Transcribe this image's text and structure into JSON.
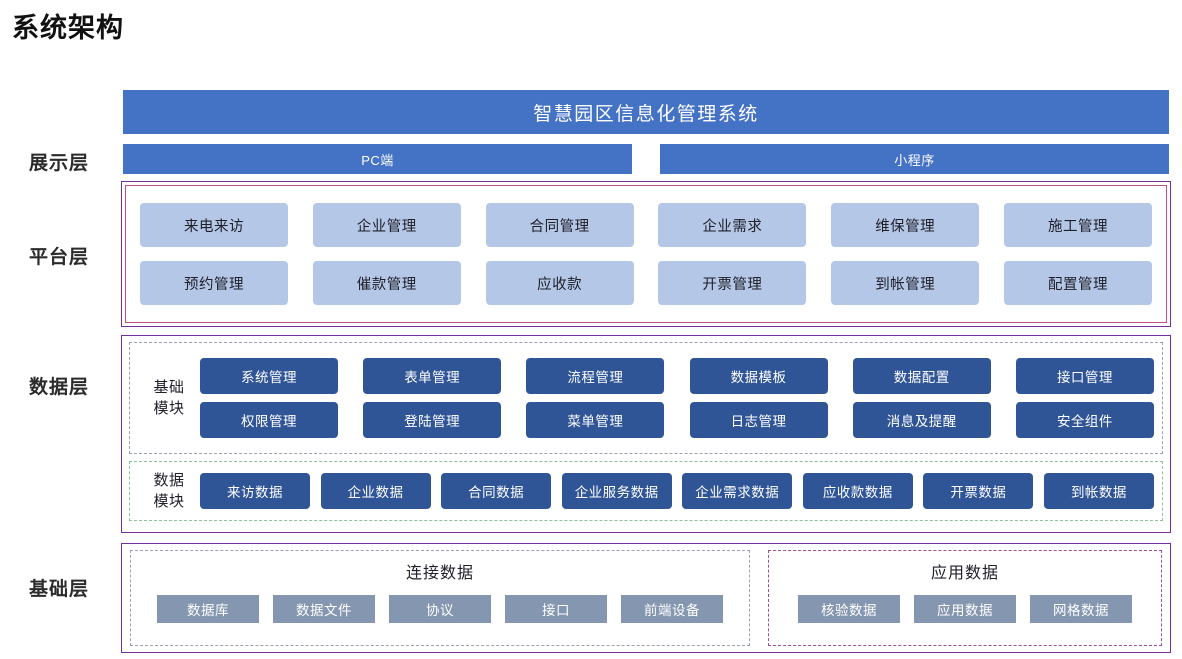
{
  "page_title": "系统架构",
  "layers": [
    {
      "key": "presentation",
      "label": "展示层"
    },
    {
      "key": "platform",
      "label": "平台层"
    },
    {
      "key": "data",
      "label": "数据层"
    },
    {
      "key": "base",
      "label": "基础层"
    }
  ],
  "presentation": {
    "system_title": "智慧园区信息化管理系统",
    "channels": [
      "PC端",
      "小程序"
    ]
  },
  "platform": {
    "rows": [
      [
        "来电来访",
        "企业管理",
        "合同管理",
        "企业需求",
        "维保管理",
        "施工管理"
      ],
      [
        "预约管理",
        "催款管理",
        "应收款",
        "开票管理",
        "到帐管理",
        "配置管理"
      ]
    ]
  },
  "data_layer": {
    "basic_module": {
      "tag": "基础\n模块",
      "tag_line1": "基础",
      "tag_line2": "模块",
      "rows": [
        [
          "系统管理",
          "表单管理",
          "流程管理",
          "数据模板",
          "数据配置",
          "接口管理"
        ],
        [
          "权限管理",
          "登陆管理",
          "菜单管理",
          "日志管理",
          "消息及提醒",
          "安全组件"
        ]
      ]
    },
    "data_module": {
      "tag_line1": "数据",
      "tag_line2": "模块",
      "items": [
        "来访数据",
        "企业数据",
        "合同数据",
        "企业服务数据",
        "企业需求数据",
        "应收款数据",
        "开票数据",
        "到帐数据"
      ]
    }
  },
  "base_layer": {
    "connect": {
      "title": "连接数据",
      "items": [
        "数据库",
        "数据文件",
        "协议",
        "接口",
        "前端设备"
      ]
    },
    "apply": {
      "title": "应用数据",
      "items": [
        "核验数据",
        "应用数据",
        "网格数据"
      ]
    }
  },
  "colors": {
    "primary_blue": "#4472C4",
    "light_blue": "#B4C7E7",
    "dark_blue": "#2F5597",
    "slate_gray": "#8496B0",
    "purple_border": "#7030A0",
    "pink_border": "#C0508C",
    "gray_dashed": "#9AA3AD"
  }
}
